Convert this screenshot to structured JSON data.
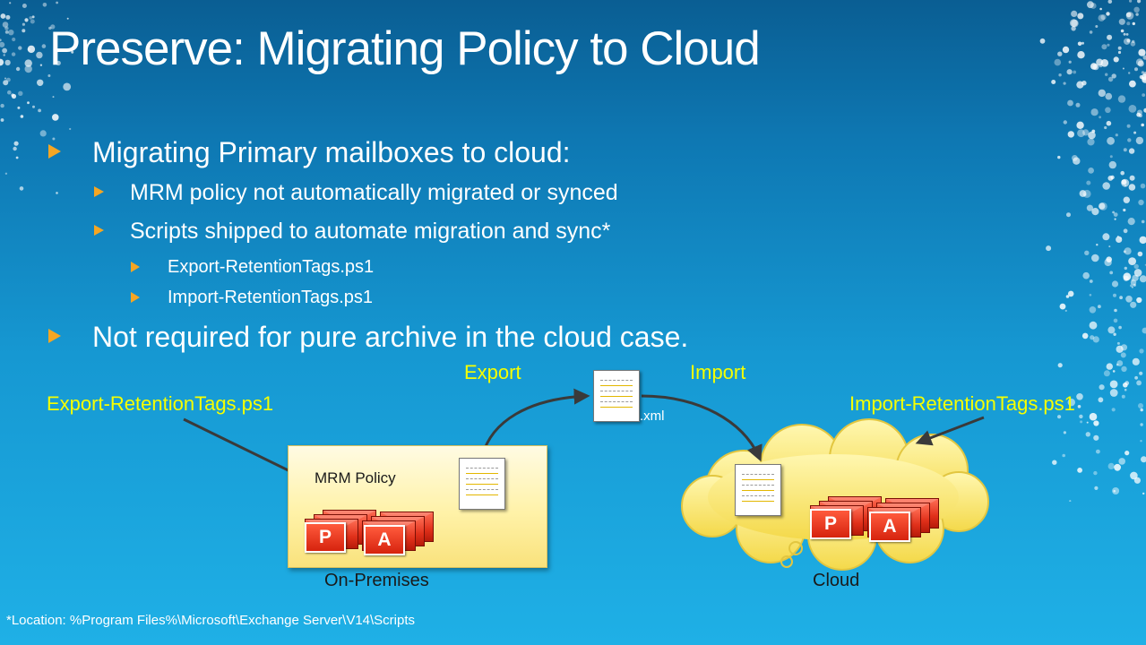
{
  "slide": {
    "title": "Preserve: Migrating Policy to Cloud",
    "bullets": [
      "Migrating Primary mailboxes to cloud:",
      "MRM policy not automatically migrated or synced",
      "Scripts shipped to automate migration and sync*",
      "Export-RetentionTags.ps1",
      "Import-RetentionTags.ps1",
      "Not required for pure archive in the cloud case."
    ],
    "footnote": "*Location: %Program Files%\\Microsoft\\Exchange Server\\V14\\Scripts"
  },
  "diagram": {
    "export_script_label": "Export-RetentionTags.ps1",
    "import_script_label": "Import-RetentionTags.ps1",
    "export_label": "Export",
    "import_label": "Import",
    "xml_label": ".xml",
    "mrm_policy_label": "MRM Policy",
    "onprem_label": "On-Premises",
    "cloud_label": "Cloud",
    "primary_letter": "P",
    "archive_letter": "A"
  },
  "colors": {
    "accent_yellow": "#f6ff00",
    "bullet_orange": "#f5a623",
    "mailbox_red": "#d6230e",
    "box_yellow": "#fff2a8"
  }
}
